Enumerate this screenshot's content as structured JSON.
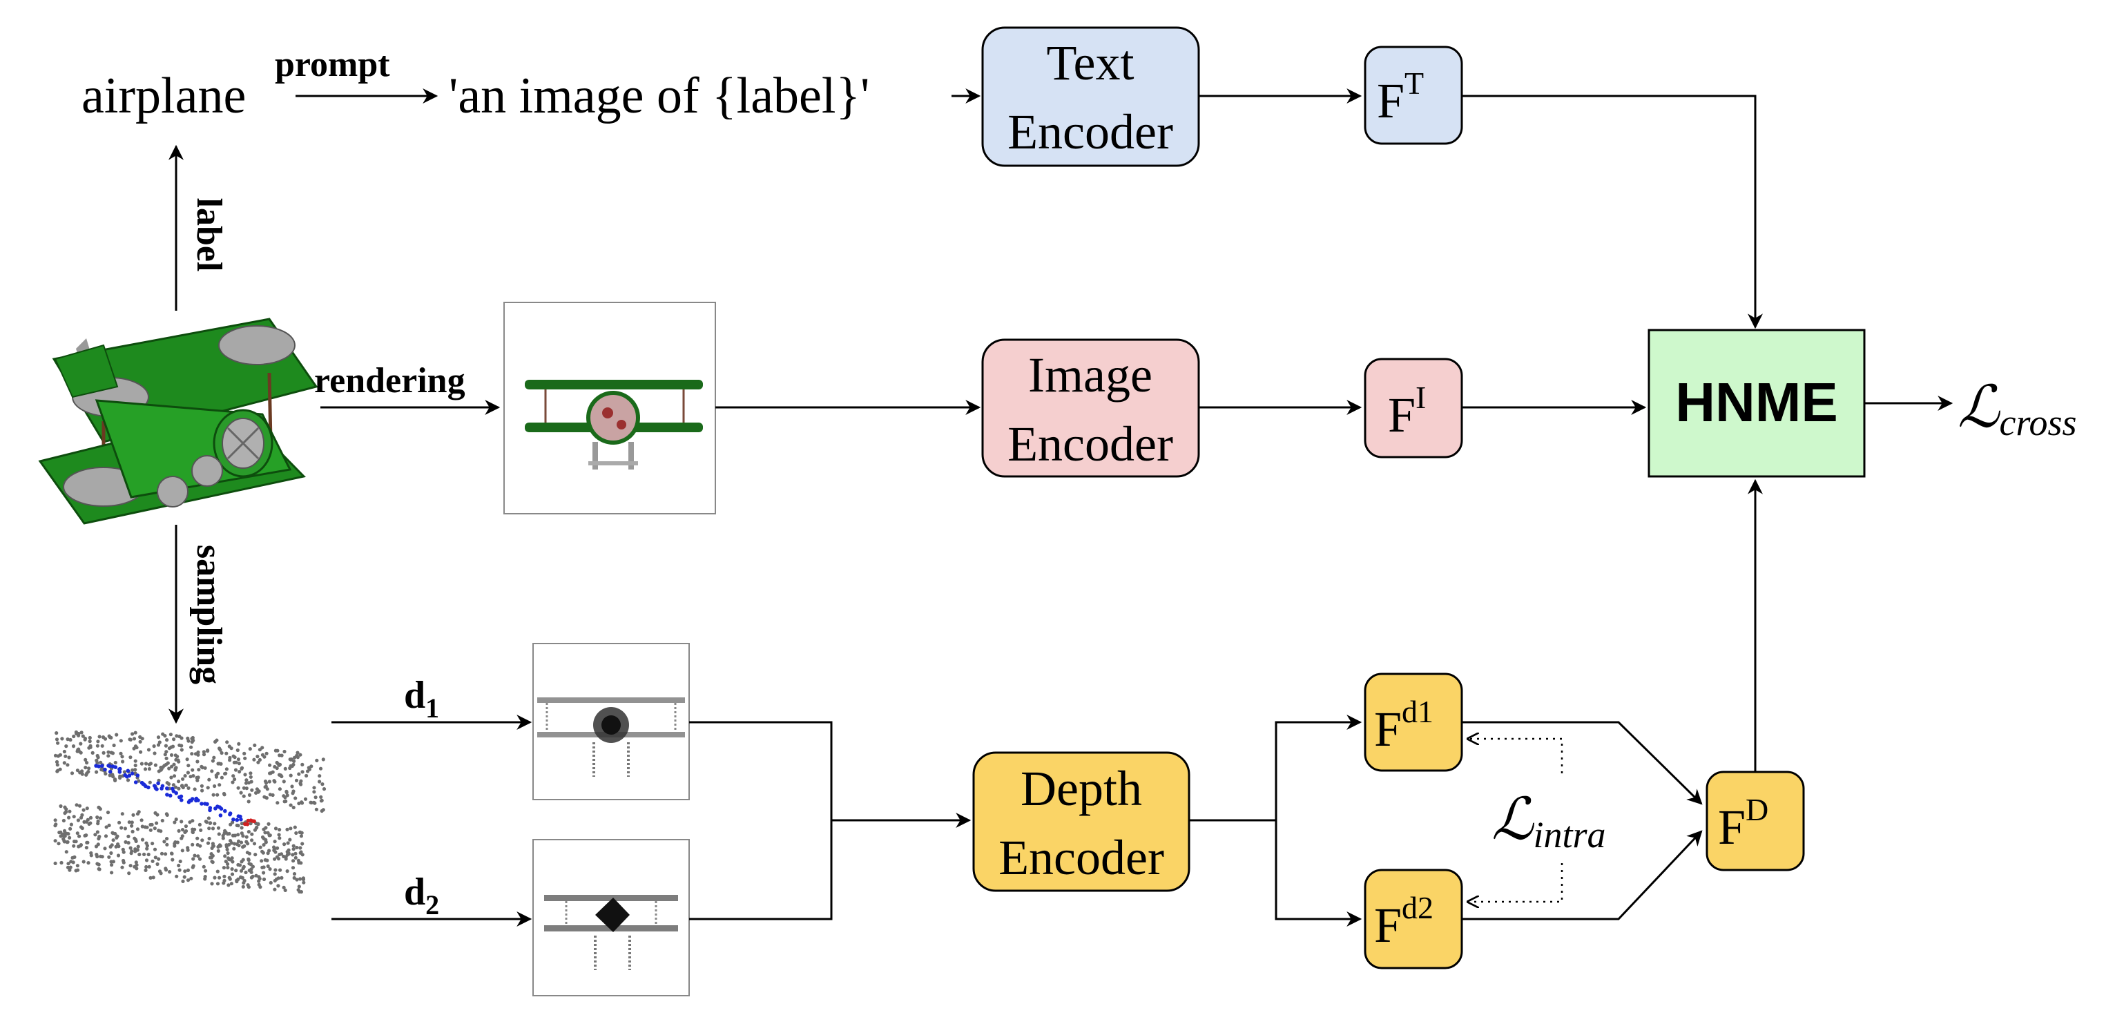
{
  "inputs": {
    "class_label": "airplane",
    "prompt_template": "'an image of {label}'"
  },
  "edge_labels": {
    "prompt": "prompt",
    "label": "label",
    "rendering": "rendering",
    "sampling": "sampling",
    "d1_base": "d",
    "d1_sub": "1",
    "d2_base": "d",
    "d2_sub": "2"
  },
  "encoders": {
    "text": {
      "line1": "Text",
      "line2": "Encoder"
    },
    "image": {
      "line1": "Image",
      "line2": "Encoder"
    },
    "depth": {
      "line1": "Depth",
      "line2": "Encoder"
    }
  },
  "features": {
    "text": {
      "base": "F",
      "sup": "T"
    },
    "image": {
      "base": "F",
      "sup": "I"
    },
    "depth1": {
      "base": "F",
      "sup": "d1"
    },
    "depth2": {
      "base": "F",
      "sup": "d2"
    },
    "depth": {
      "base": "F",
      "sup": "D"
    }
  },
  "fusion_module": {
    "label": "HNME"
  },
  "losses": {
    "cross": {
      "symbol": "ℒ",
      "sub": "cross"
    },
    "intra": {
      "symbol": "ℒ",
      "sub": "intra"
    }
  },
  "colors": {
    "text_branch": "#d6e2f4",
    "image_branch": "#f5cfcf",
    "depth_branch": "#fad466",
    "fusion": "#cef8cc",
    "airplane_green": "#1f8a1f",
    "line": "#000000"
  }
}
